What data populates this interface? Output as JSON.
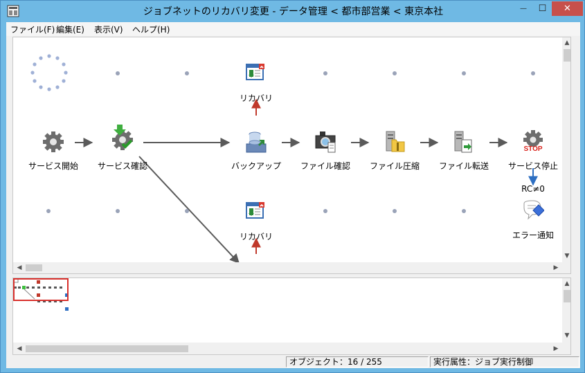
{
  "window": {
    "title": "ジョブネットのリカバリ変更 - データ管理 < 都市部営業 < 東京本社",
    "close_glyph": "✕",
    "minimize_glyph": "—",
    "maximize_glyph": "☐"
  },
  "menu": {
    "file": "ファイル(F)",
    "edit": "編集(E)",
    "view": "表示(V)",
    "help": "ヘルプ(H)"
  },
  "nodes": {
    "service_start": "サービス開始",
    "service_check": "サービス確認",
    "backup": "バックアップ",
    "file_check": "ファイル確認",
    "file_compress": "ファイル圧縮",
    "file_transfer": "ファイル転送",
    "service_stop": "サービス停止",
    "recovery_top": "リカバリ",
    "recovery_bottom": "リカバリ",
    "error_notice": "エラー通知",
    "stop_badge": "STOP"
  },
  "condition": {
    "label": "RC≠0"
  },
  "status": {
    "objects": "オブジェクト：16 / 255",
    "exec_attr": "実行属性：ジョブ実行制御"
  },
  "colors": {
    "accent_window": "#6fb9e4",
    "close_button": "#c7504b",
    "flow_arrow": "#5a5a5a",
    "recovery_arrow": "#c0392b",
    "condition_arrow": "#2e6fc2",
    "overview_frame": "#d9302c"
  }
}
